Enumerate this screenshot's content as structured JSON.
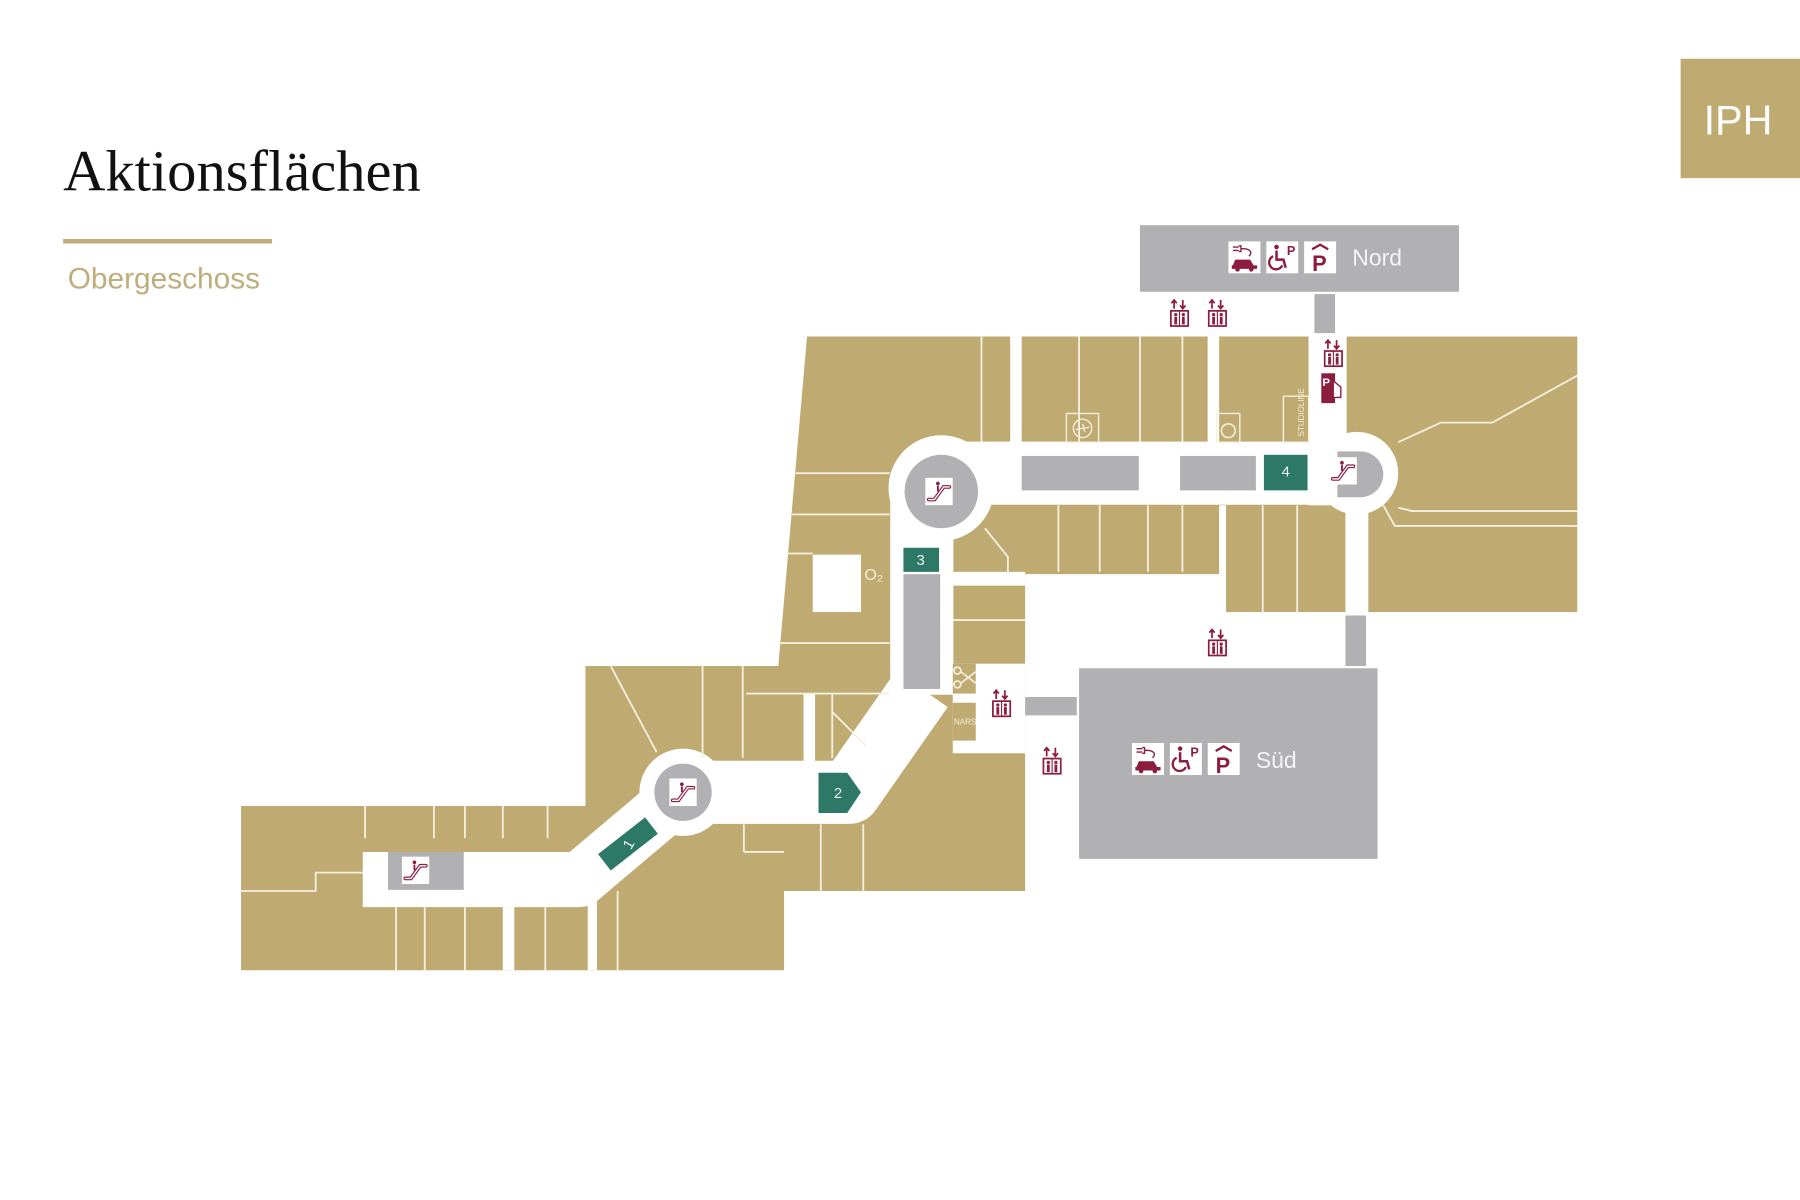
{
  "header": {
    "title": "Aktionsflächen",
    "subtitle": "Obergeschoss",
    "logo": "IPH"
  },
  "colors": {
    "shop": "#bfab72",
    "corridor": "#ffffff",
    "service": "#b1b1b3",
    "action_area": "#2e7868",
    "icon": "#8c1d3f",
    "accent": "#bfae7c"
  },
  "map": {
    "garages": [
      {
        "label": "Nord",
        "icons": [
          "ev-charging-icon",
          "disabled-parking-icon",
          "covered-parking-icon"
        ]
      },
      {
        "label": "Süd",
        "icons": [
          "ev-charging-icon",
          "disabled-parking-icon",
          "covered-parking-icon"
        ]
      }
    ],
    "action_areas": [
      {
        "label": "1"
      },
      {
        "label": "2"
      },
      {
        "label": "3"
      },
      {
        "label": "4"
      }
    ],
    "shop_labels": {
      "o2": "O₂",
      "studioline": "STUDIOLINE",
      "nars": "NARS"
    },
    "icons": [
      "elevator-icon",
      "escalator-icon",
      "parking-ticket-icon",
      "scissors-icon",
      "airline-icon",
      "ring-icon"
    ]
  }
}
